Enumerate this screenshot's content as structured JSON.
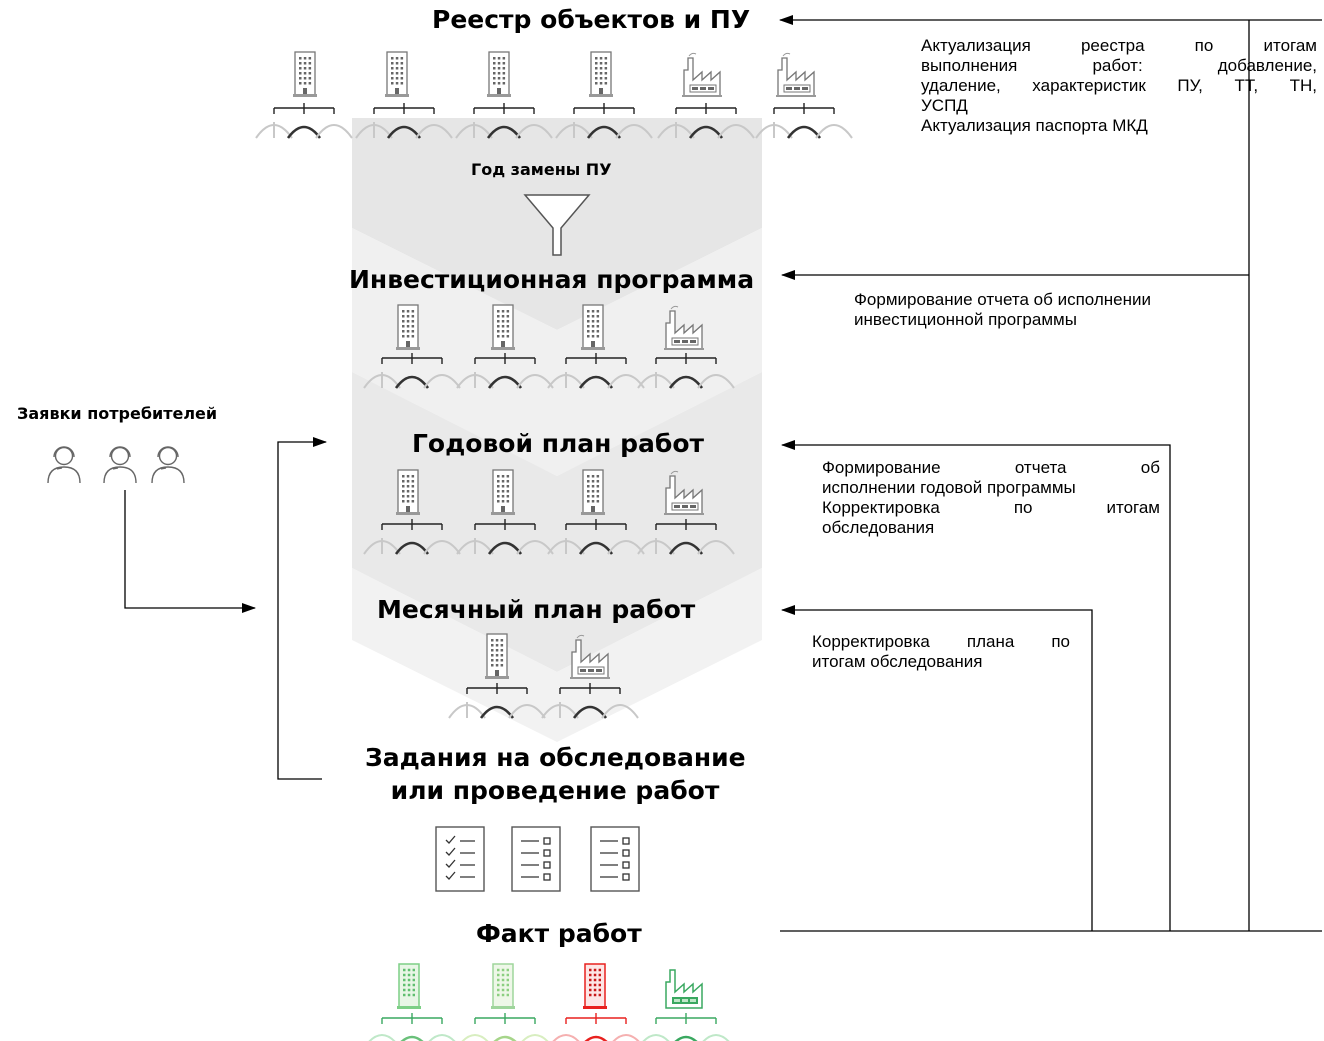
{
  "stages": {
    "registry": "Реестр объектов и ПУ",
    "filter_label": "Год замены ПУ",
    "investment": "Инвестиционная программа",
    "annual": "Годовой план работ",
    "monthly": "Месячный план работ",
    "tasks_line1": "Задания на обследование",
    "tasks_line2": "или проведение работ",
    "fact": "Факт работ"
  },
  "consumers": {
    "label": "Заявки потребителей"
  },
  "notes": {
    "registry_update": [
      "Актуализация реестра по итогам",
      "выполнения работ: добавление,",
      "удаление, характеристик ПУ, ТТ, ТН,",
      "УСПД",
      "Актуализация паспорта МКД"
    ],
    "investment_report": [
      "Формирование отчета об исполнении",
      "инвестиционной программы"
    ],
    "annual_report": [
      "Формирование отчета об",
      "исполнении годовой программы",
      "Корректировка по итогам",
      "обследования"
    ],
    "monthly_correction": [
      "Корректировка плана по",
      "итогам обследования"
    ]
  },
  "icon_rows": {
    "registry": [
      "building-icon",
      "building-icon",
      "building-icon",
      "building-icon",
      "factory-icon",
      "factory-icon"
    ],
    "investment": [
      "building-icon",
      "building-icon",
      "building-icon",
      "factory-icon"
    ],
    "annual": [
      "building-icon",
      "building-icon",
      "building-icon",
      "factory-icon"
    ],
    "monthly": [
      "building-icon",
      "factory-icon"
    ],
    "tasks": [
      "checklist-icon",
      "form-icon",
      "form-icon"
    ],
    "fact": [
      "building-icon",
      "building-icon",
      "building-icon",
      "factory-icon"
    ],
    "consumers": [
      "operator-icon",
      "operator-icon",
      "operator-icon"
    ]
  },
  "colors": {
    "chevron": "#e6e6e6",
    "icon": "#7a7a7a",
    "fact_green_light": "#9fd59c",
    "fact_green": "#3aa860",
    "fact_red": "#e8211f"
  }
}
